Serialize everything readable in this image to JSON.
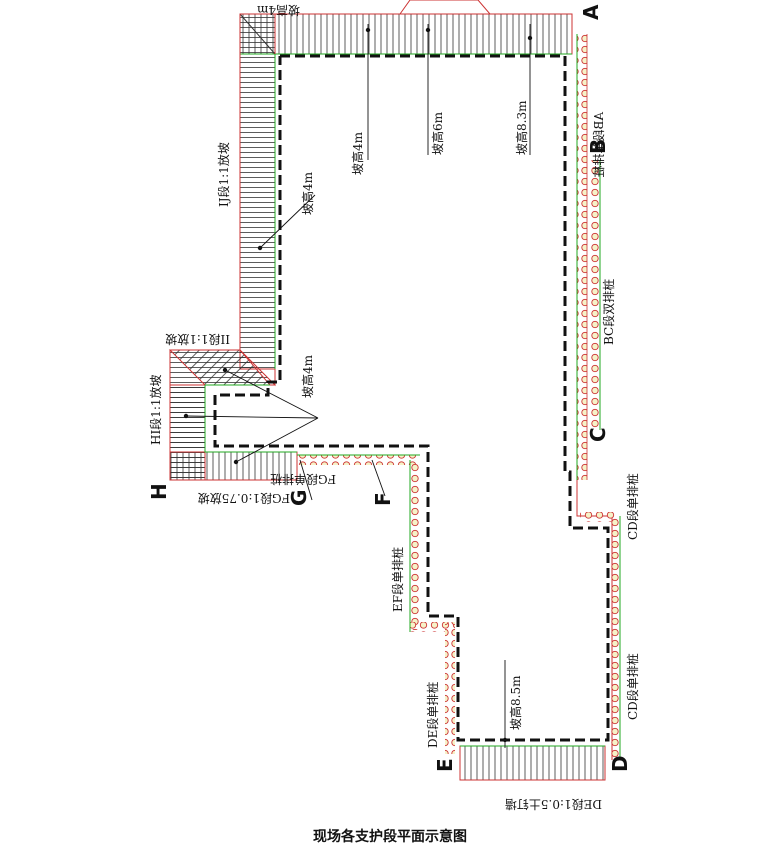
{
  "caption": "现场各支护段平面示意图",
  "points": {
    "A": "A",
    "B": "B",
    "C": "C",
    "D": "D",
    "E": "E",
    "F": "F",
    "G": "G",
    "H": "H"
  },
  "labels": {
    "ab": "AB段单排桩",
    "bc": "BC段双排桩",
    "cd_top": "CD段单排桩",
    "cd_bottom": "CD段单排桩",
    "ef": "EF段单排桩",
    "fg": "FG段单排桩",
    "gh": "FG段1:0.75放坡",
    "hi": "HI段1:1放坡",
    "ij": "IJ段1:1放坡",
    "ii": "II段1:1放坡",
    "de": "DE段1:0.5土钉墙",
    "e_pile": "DE段单排桩",
    "top_left": "坡高4m",
    "h_top": "坡高4m",
    "h1": "坡高4m",
    "h2": "坡高6m",
    "h3": "坡高8.3m",
    "h4": "坡高8.5m",
    "h5": "坡高4m"
  }
}
